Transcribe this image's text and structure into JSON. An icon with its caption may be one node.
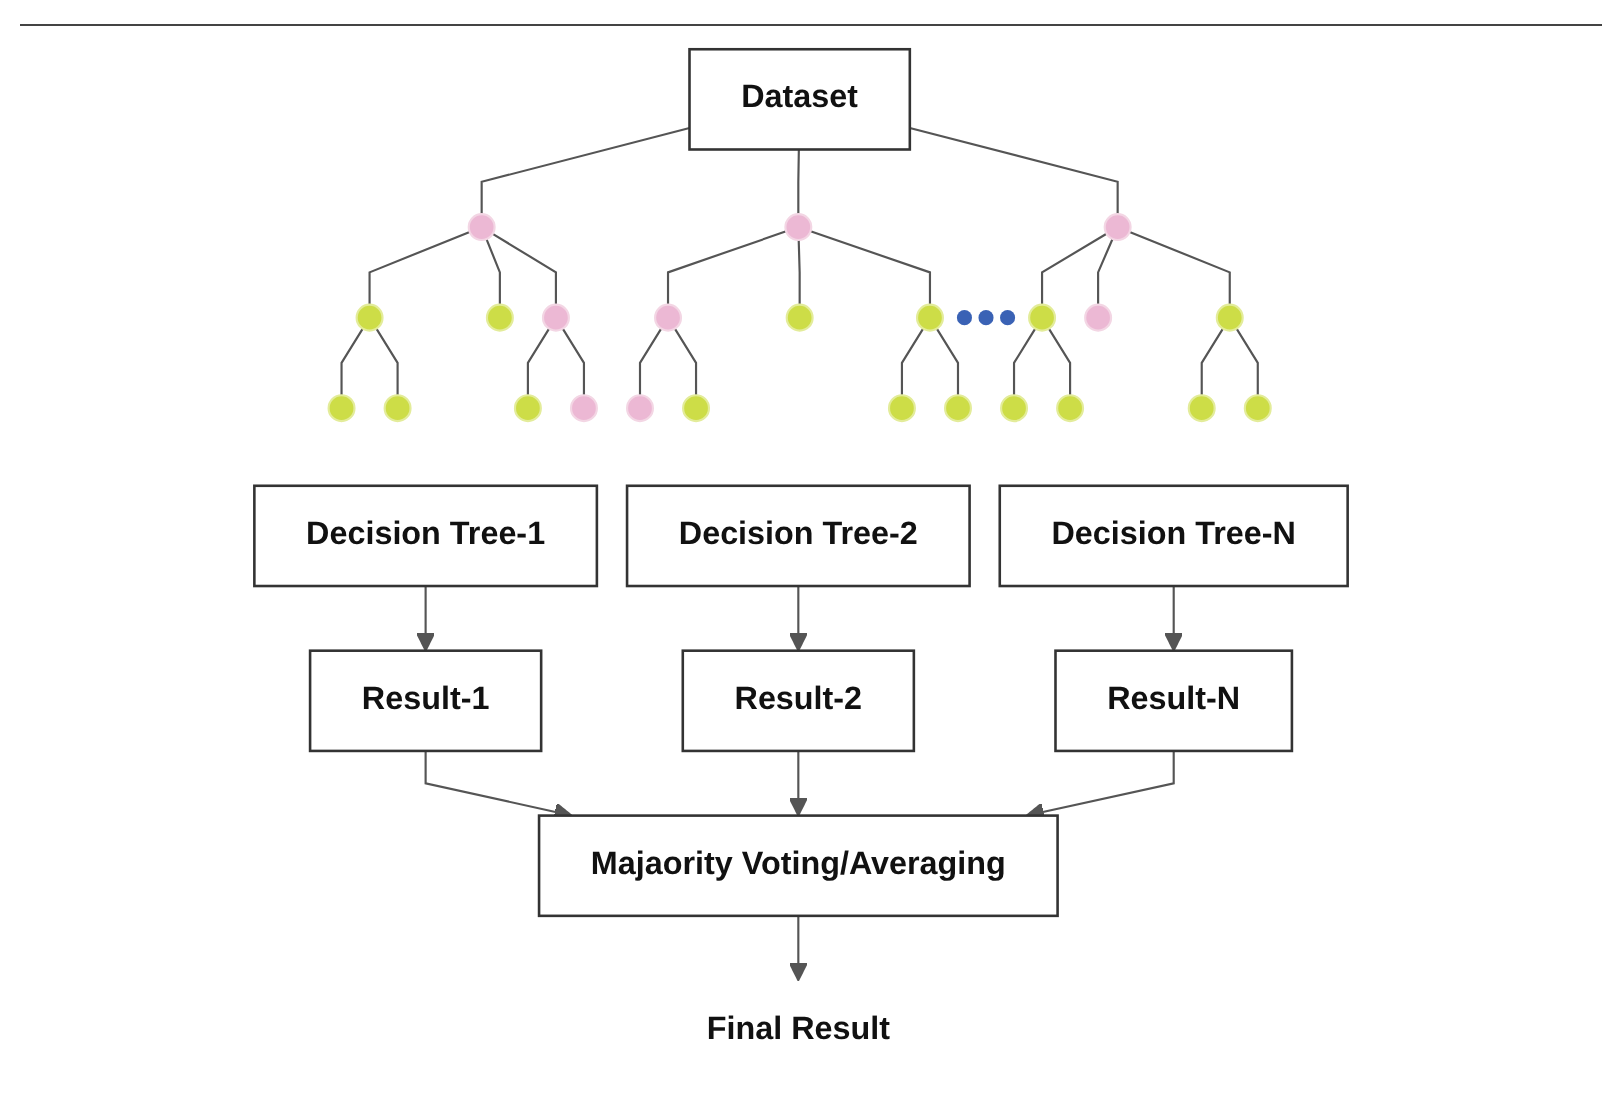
{
  "diagram": {
    "nodes": [
      {
        "text": [
          "Dataset"
        ]
      },
      {
        "text": [],
        "shape": "circle"
      },
      {
        "text": [],
        "shape": "circle"
      },
      {
        "text": [],
        "shape": "circle"
      },
      {
        "text": [],
        "shape": "circle"
      },
      {
        "text": [],
        "shape": "circle"
      },
      {
        "text": [],
        "shape": "circle"
      },
      {
        "text": [],
        "shape": "circle"
      },
      {
        "text": [],
        "shape": "circle"
      },
      {
        "text": [],
        "shape": "circle"
      },
      {
        "text": [],
        "shape": "circle"
      },
      {
        "text": [],
        "shape": "circle"
      },
      {
        "text": [],
        "shape": "circle"
      },
      {
        "text": [],
        "shape": "circle"
      },
      {
        "text": [],
        "shape": "circle"
      },
      {
        "text": [],
        "shape": "circle"
      },
      {
        "text": [],
        "shape": "circle"
      },
      {
        "text": [],
        "shape": "circle"
      },
      {
        "text": [],
        "shape": "circle"
      },
      {
        "text": [],
        "shape": "circle"
      },
      {
        "text": [],
        "shape": "circle"
      },
      {
        "text": [],
        "shape": "circle"
      },
      {
        "text": [],
        "shape": "circle"
      },
      {
        "text": [],
        "shape": "circle"
      },
      {
        "text": [],
        "shape": "circle"
      },
      {
        "text": [
          "Decision Tree-1"
        ]
      },
      {
        "text": [
          "Decision Tree-2"
        ]
      },
      {
        "text": [
          "Decision Tree-N"
        ]
      },
      {
        "text": [
          "Result-1"
        ]
      },
      {
        "text": [
          "Result-2"
        ]
      },
      {
        "text": [
          "Result-N"
        ]
      },
      {
        "text": [
          "Majaority Voting/Averaging"
        ]
      },
      {
        "text": [
          "Final Result"
        ]
      }
    ],
    "edges": [
      {
        "from": 0,
        "to": 1,
        "arrow": "none"
      },
      {
        "from": 0,
        "to": 2,
        "arrow": "none"
      },
      {
        "from": 0,
        "to": 3,
        "arrow": "none"
      },
      {
        "from": 1,
        "to": 4,
        "arrow": "none"
      },
      {
        "from": 1,
        "to": 5,
        "arrow": "none"
      },
      {
        "from": 1,
        "to": 6,
        "arrow": "none"
      },
      {
        "from": 2,
        "to": 7,
        "arrow": "none"
      },
      {
        "from": 2,
        "to": 8,
        "arrow": "none"
      },
      {
        "from": 2,
        "to": 9,
        "arrow": "none"
      },
      {
        "from": 3,
        "to": 10,
        "arrow": "none"
      },
      {
        "from": 3,
        "to": 11,
        "arrow": "none"
      },
      {
        "from": 3,
        "to": 12,
        "arrow": "none"
      },
      {
        "from": 4,
        "to": 13,
        "arrow": "none"
      },
      {
        "from": 4,
        "to": 14,
        "arrow": "none"
      },
      {
        "from": 6,
        "to": 15,
        "arrow": "none"
      },
      {
        "from": 6,
        "to": 16,
        "arrow": "none"
      },
      {
        "from": 7,
        "to": 17,
        "arrow": "none"
      },
      {
        "from": 7,
        "to": 18,
        "arrow": "none"
      },
      {
        "from": 9,
        "to": 19,
        "arrow": "none"
      },
      {
        "from": 9,
        "to": 20,
        "arrow": "none"
      },
      {
        "from": 10,
        "to": 21,
        "arrow": "none"
      },
      {
        "from": 10,
        "to": 22,
        "arrow": "none"
      },
      {
        "from": 12,
        "to": 23,
        "arrow": "none"
      },
      {
        "from": 12,
        "to": 24,
        "arrow": "none"
      },
      {
        "from": 25,
        "to": 28,
        "arrow": "to"
      },
      {
        "from": 26,
        "to": 29,
        "arrow": "to"
      },
      {
        "from": 27,
        "to": 30,
        "arrow": "to"
      },
      {
        "from": 28,
        "to": 31,
        "arrow": "to"
      },
      {
        "from": 29,
        "to": 31,
        "arrow": "to"
      },
      {
        "from": 30,
        "to": 31,
        "arrow": "to"
      },
      {
        "from": 31,
        "to": 32,
        "arrow": "to"
      }
    ]
  }
}
